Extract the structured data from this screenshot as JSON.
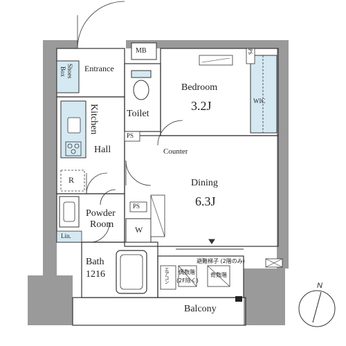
{
  "rooms": {
    "bedroom": {
      "name": "Bedroom",
      "size": "3.2J"
    },
    "dining": {
      "name": "Dining",
      "size": "6.3J"
    },
    "entrance": "Entrance",
    "toilet": "Toilet",
    "kitchen": "Kitchen",
    "hall": "Hall",
    "powder_room_line1": "Powder",
    "powder_room_line2": "Room",
    "bath_line1": "Bath",
    "bath_line2": "1216",
    "balcony": "Balcony",
    "wic": "WIC"
  },
  "fixtures": {
    "mb": "MB",
    "ps_top": "PS",
    "ps_toilet": "PS",
    "ps_powder": "PS",
    "shoes_box_line1": "Shoes",
    "shoes_box_line2": "Box",
    "counter": "Counter",
    "refrigerator": "R",
    "washer": "W",
    "linen": "Lin."
  },
  "balcony_notes": {
    "evacuation_ladder": "避難梯子 (2階のみ)",
    "hatch_left_line1": "偶数階",
    "hatch_left_line2": "(2F除く)",
    "hatch_right": "奇数階",
    "outdoor_unit": "エアコン"
  },
  "compass": {
    "label": "N"
  },
  "colors": {
    "wall": "#9a9a9a",
    "closet": "#d5e9f2",
    "line": "#333333"
  }
}
